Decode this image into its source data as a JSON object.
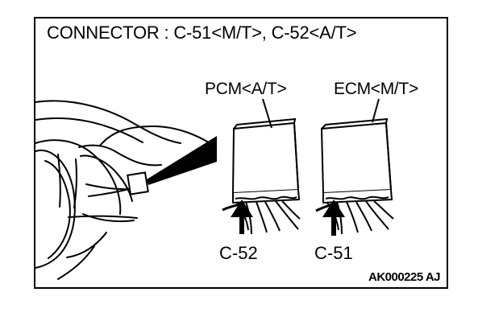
{
  "title": "CONNECTOR : C-51<M/T>, C-52<A/T>",
  "modules": {
    "pcm_label": "PCM<A/T>",
    "ecm_label": "ECM<M/T>"
  },
  "connectors": {
    "c52_label": "C-52",
    "c51_label": "C-51"
  },
  "figure_code": "AK000225 AJ",
  "colors": {
    "ink": "#000000",
    "paper": "#ffffff"
  }
}
